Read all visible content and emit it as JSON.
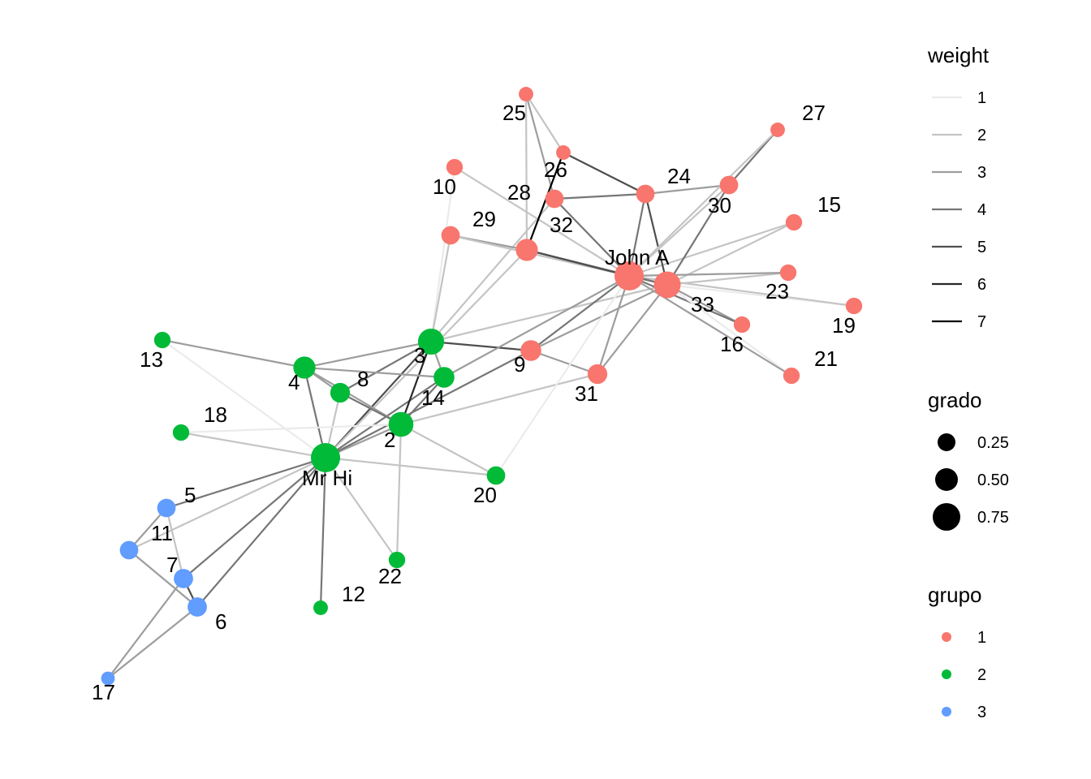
{
  "network": {
    "nodes": [
      {
        "id": "Mr Hi",
        "group": 2,
        "grado": 0.5
      },
      {
        "id": "2",
        "group": 2,
        "grado": 0.3
      },
      {
        "id": "3",
        "group": 2,
        "grado": 0.35
      },
      {
        "id": "4",
        "group": 2,
        "grado": 0.2
      },
      {
        "id": "5",
        "group": 3,
        "grado": 0.1
      },
      {
        "id": "6",
        "group": 3,
        "grado": 0.12
      },
      {
        "id": "7",
        "group": 3,
        "grado": 0.12
      },
      {
        "id": "8",
        "group": 2,
        "grado": 0.13
      },
      {
        "id": "9",
        "group": 1,
        "grado": 0.16
      },
      {
        "id": "10",
        "group": 1,
        "grado": 0.06
      },
      {
        "id": "11",
        "group": 3,
        "grado": 0.1
      },
      {
        "id": "12",
        "group": 2,
        "grado": 0.03
      },
      {
        "id": "13",
        "group": 2,
        "grado": 0.06
      },
      {
        "id": "14",
        "group": 2,
        "grado": 0.16
      },
      {
        "id": "15",
        "group": 1,
        "grado": 0.06
      },
      {
        "id": "16",
        "group": 1,
        "grado": 0.06
      },
      {
        "id": "17",
        "group": 3,
        "grado": 0.02
      },
      {
        "id": "18",
        "group": 2,
        "grado": 0.06
      },
      {
        "id": "19",
        "group": 1,
        "grado": 0.06
      },
      {
        "id": "20",
        "group": 2,
        "grado": 0.1
      },
      {
        "id": "21",
        "group": 1,
        "grado": 0.06
      },
      {
        "id": "22",
        "group": 2,
        "grado": 0.06
      },
      {
        "id": "23",
        "group": 1,
        "grado": 0.06
      },
      {
        "id": "24",
        "group": 1,
        "grado": 0.1
      },
      {
        "id": "25",
        "group": 1,
        "grado": 0.03
      },
      {
        "id": "26",
        "group": 1,
        "grado": 0.03
      },
      {
        "id": "27",
        "group": 1,
        "grado": 0.03
      },
      {
        "id": "28",
        "group": 1,
        "grado": 0.1
      },
      {
        "id": "29",
        "group": 1,
        "grado": 0.1
      },
      {
        "id": "30",
        "group": 1,
        "grado": 0.1
      },
      {
        "id": "31",
        "group": 1,
        "grado": 0.13
      },
      {
        "id": "32",
        "group": 1,
        "grado": 0.2
      },
      {
        "id": "33",
        "group": 1,
        "grado": 0.38
      },
      {
        "id": "John A",
        "group": 1,
        "grado": 0.5
      }
    ],
    "edges": [
      [
        "Mr Hi",
        "2",
        3
      ],
      [
        "Mr Hi",
        "3",
        5
      ],
      [
        "Mr Hi",
        "4",
        4
      ],
      [
        "Mr Hi",
        "5",
        4
      ],
      [
        "Mr Hi",
        "6",
        4
      ],
      [
        "Mr Hi",
        "7",
        4
      ],
      [
        "Mr Hi",
        "8",
        2
      ],
      [
        "Mr Hi",
        "9",
        4
      ],
      [
        "Mr Hi",
        "11",
        2
      ],
      [
        "Mr Hi",
        "12",
        4
      ],
      [
        "Mr Hi",
        "13",
        1
      ],
      [
        "Mr Hi",
        "14",
        4
      ],
      [
        "Mr Hi",
        "18",
        2
      ],
      [
        "Mr Hi",
        "20",
        2
      ],
      [
        "Mr Hi",
        "22",
        2
      ],
      [
        "Mr Hi",
        "32",
        2
      ],
      [
        "2",
        "3",
        6
      ],
      [
        "2",
        "4",
        3
      ],
      [
        "2",
        "8",
        4
      ],
      [
        "2",
        "14",
        4
      ],
      [
        "2",
        "18",
        1
      ],
      [
        "2",
        "20",
        2
      ],
      [
        "2",
        "22",
        2
      ],
      [
        "2",
        "31",
        2
      ],
      [
        "3",
        "4",
        3
      ],
      [
        "3",
        "8",
        4
      ],
      [
        "3",
        "9",
        5
      ],
      [
        "3",
        "10",
        1
      ],
      [
        "3",
        "14",
        3
      ],
      [
        "3",
        "28",
        2
      ],
      [
        "3",
        "29",
        2
      ],
      [
        "3",
        "33",
        2
      ],
      [
        "4",
        "8",
        3
      ],
      [
        "4",
        "13",
        3
      ],
      [
        "4",
        "14",
        3
      ],
      [
        "5",
        "7",
        2
      ],
      [
        "5",
        "11",
        3
      ],
      [
        "6",
        "7",
        5
      ],
      [
        "6",
        "11",
        3
      ],
      [
        "6",
        "17",
        3
      ],
      [
        "7",
        "17",
        3
      ],
      [
        "9",
        "31",
        3
      ],
      [
        "9",
        "33",
        3
      ],
      [
        "9",
        "John A",
        4
      ],
      [
        "10",
        "John A",
        2
      ],
      [
        "14",
        "John A",
        3
      ],
      [
        "15",
        "33",
        2
      ],
      [
        "15",
        "John A",
        2
      ],
      [
        "16",
        "33",
        3
      ],
      [
        "16",
        "John A",
        4
      ],
      [
        "19",
        "33",
        1
      ],
      [
        "19",
        "John A",
        2
      ],
      [
        "20",
        "John A",
        1
      ],
      [
        "21",
        "33",
        1
      ],
      [
        "21",
        "John A",
        3
      ],
      [
        "23",
        "33",
        2
      ],
      [
        "23",
        "John A",
        3
      ],
      [
        "24",
        "26",
        5
      ],
      [
        "24",
        "28",
        4
      ],
      [
        "24",
        "30",
        3
      ],
      [
        "24",
        "33",
        5
      ],
      [
        "24",
        "John A",
        4
      ],
      [
        "25",
        "26",
        2
      ],
      [
        "25",
        "28",
        3
      ],
      [
        "25",
        "32",
        2
      ],
      [
        "26",
        "32",
        7
      ],
      [
        "27",
        "30",
        4
      ],
      [
        "27",
        "John A",
        2
      ],
      [
        "28",
        "John A",
        4
      ],
      [
        "29",
        "32",
        3
      ],
      [
        "29",
        "John A",
        2
      ],
      [
        "30",
        "33",
        4
      ],
      [
        "30",
        "John A",
        2
      ],
      [
        "31",
        "33",
        3
      ],
      [
        "31",
        "John A",
        3
      ],
      [
        "32",
        "33",
        4
      ],
      [
        "32",
        "John A",
        5
      ],
      [
        "33",
        "John A",
        4
      ]
    ]
  },
  "legend": {
    "weight": {
      "title": "weight",
      "items": [
        {
          "label": "1",
          "value": 1
        },
        {
          "label": "2",
          "value": 2
        },
        {
          "label": "3",
          "value": 3
        },
        {
          "label": "4",
          "value": 4
        },
        {
          "label": "5",
          "value": 5
        },
        {
          "label": "6",
          "value": 6
        },
        {
          "label": "7",
          "value": 7
        }
      ]
    },
    "grado": {
      "title": "grado",
      "items": [
        {
          "label": "0.25",
          "value": 0.25
        },
        {
          "label": "0.50",
          "value": 0.5
        },
        {
          "label": "0.75",
          "value": 0.75
        }
      ]
    },
    "grupo": {
      "title": "grupo",
      "items": [
        {
          "label": "1",
          "color": "#F8766D"
        },
        {
          "label": "2",
          "color": "#00BA38"
        },
        {
          "label": "3",
          "color": "#619CFF"
        }
      ]
    }
  },
  "colors": {
    "group_1": "#F8766D",
    "group_2": "#00BA38",
    "group_3": "#619CFF"
  }
}
